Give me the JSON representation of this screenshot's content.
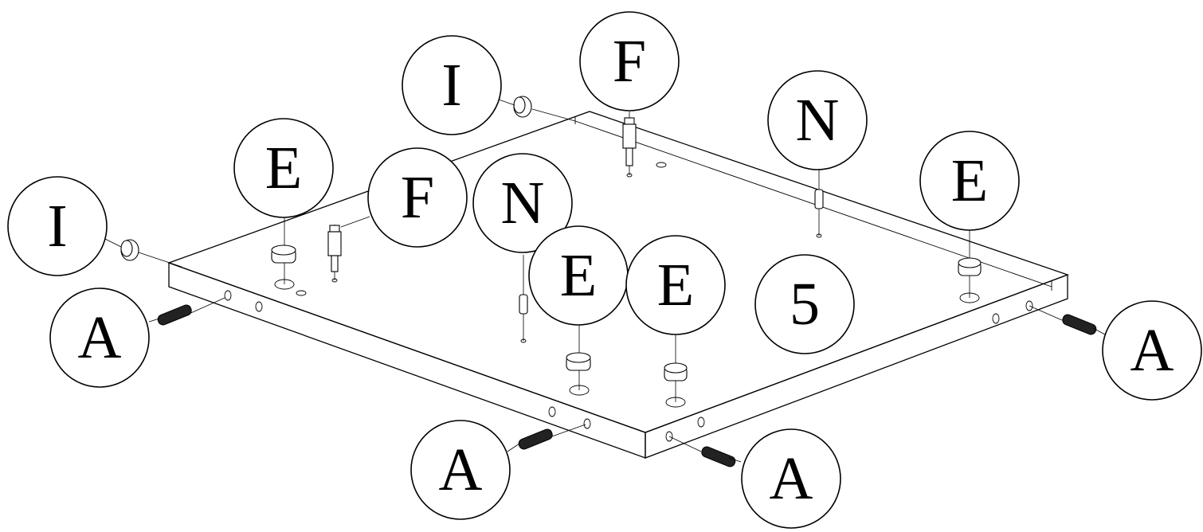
{
  "panel_label": "5",
  "callouts": {
    "I1": "I",
    "I2": "I",
    "F1": "F",
    "F2": "F",
    "N1": "N",
    "N2": "N",
    "E1": "E",
    "E2": "E",
    "E3": "E",
    "E4": "E",
    "A1": "A",
    "A2": "A",
    "A3": "A",
    "A4": "A"
  }
}
